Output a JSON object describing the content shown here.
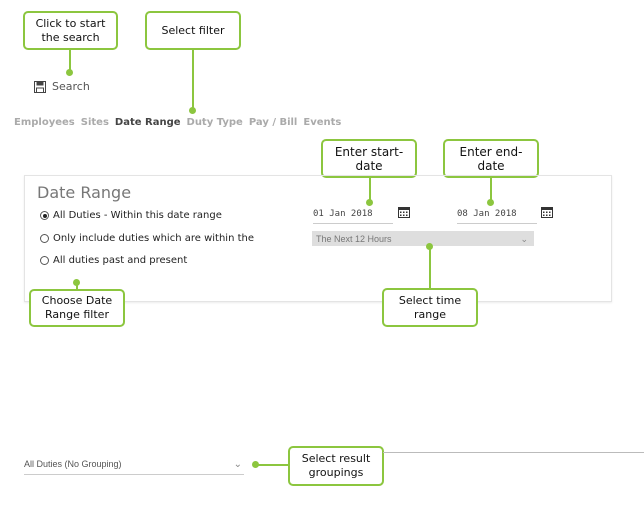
{
  "search": {
    "label": "Search",
    "icon": "save-disk-icon"
  },
  "tabs": [
    {
      "label": "Employees",
      "active": false
    },
    {
      "label": "Sites",
      "active": false
    },
    {
      "label": "Date Range",
      "active": true
    },
    {
      "label": "Duty Type",
      "active": false
    },
    {
      "label": "Pay / Bill",
      "active": false
    },
    {
      "label": "Events",
      "active": false
    }
  ],
  "panel": {
    "title": "Date Range",
    "options": [
      {
        "label": "All Duties - Within this date range",
        "checked": true
      },
      {
        "label": "Only include duties which are within the",
        "checked": false
      },
      {
        "label": "All duties past and present",
        "checked": false
      }
    ],
    "start_date": "01 Jan 2018",
    "end_date": "08 Jan 2018",
    "time_range": "The Next 12 Hours"
  },
  "grouping": {
    "value": "All Duties (No Grouping)"
  },
  "callouts": {
    "start_search": "Click to start the search",
    "select_filter": "Select filter",
    "start_date": "Enter start-date",
    "end_date": "Enter end-date",
    "date_range_filter": "Choose Date Range filter",
    "time_range": "Select time range",
    "groupings": "Select result groupings"
  },
  "colors": {
    "accent": "#8cc63f"
  }
}
